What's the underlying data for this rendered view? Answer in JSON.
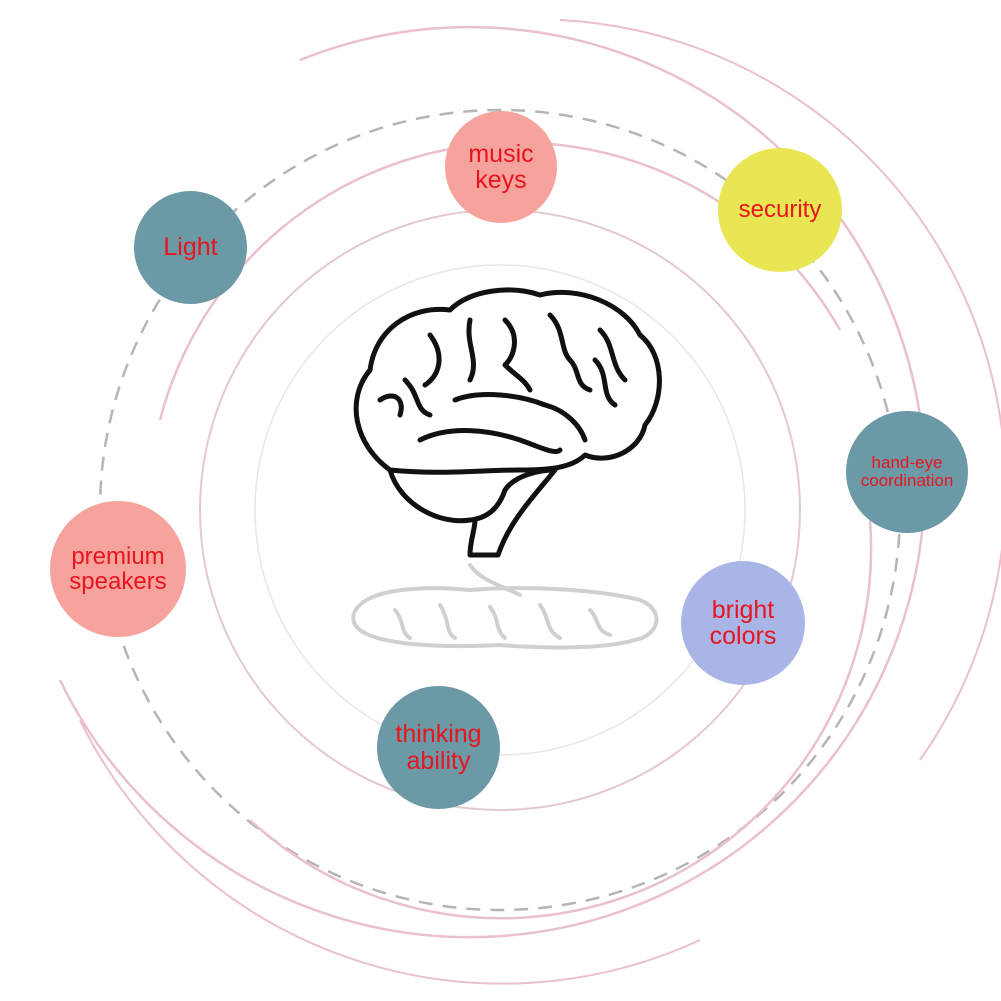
{
  "diagram": {
    "nodes": [
      {
        "id": "music",
        "label": "music\nkeys",
        "color": "#f6a39e"
      },
      {
        "id": "security",
        "label": "security",
        "color": "#e8e653"
      },
      {
        "id": "light",
        "label": "Light",
        "color": "#6b9aa6"
      },
      {
        "id": "handeye",
        "label": "hand-eye\ncoordination",
        "color": "#6b9aa6"
      },
      {
        "id": "premium",
        "label": "premium\nspeakers",
        "color": "#f6a39e"
      },
      {
        "id": "bright",
        "label": "bright\ncolors",
        "color": "#a9b5e6"
      },
      {
        "id": "thinking",
        "label": "thinking\nability",
        "color": "#6b9aa6"
      }
    ],
    "center_icon": "brain-icon",
    "ring_color": "#e8b8c4",
    "dash_color": "#b0b0b0",
    "label_color": "#e8141e"
  }
}
